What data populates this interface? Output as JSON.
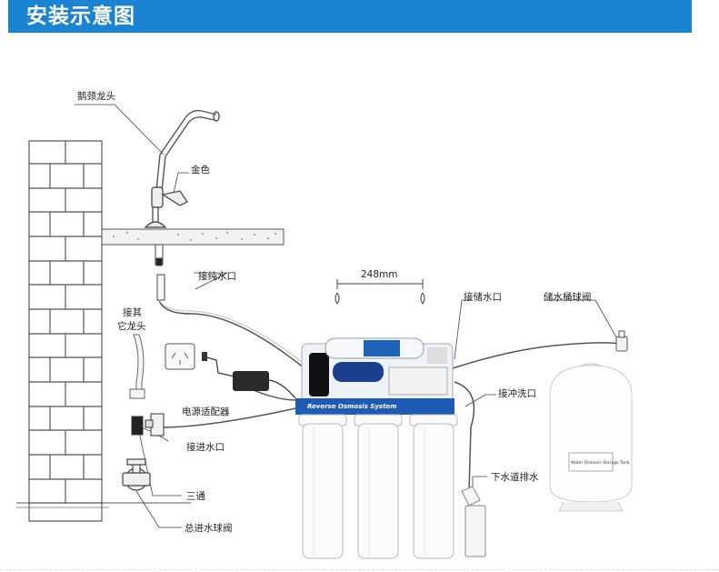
{
  "header": {
    "title": "安装示意图"
  },
  "labels": {
    "gooseneck_faucet": "鹅颈龙头",
    "gold_color": "金色",
    "pure_water_port": "接纯水口",
    "other_faucet_line1": "接其",
    "other_faucet_line2": "它龙头",
    "power_adapter": "电源适配器",
    "inlet_port": "接进水口",
    "tee": "三通",
    "main_inlet_valve": "总进水球阀",
    "dimension": "248mm",
    "storage_port": "接储水口",
    "tank_ball_valve": "储水桶球阀",
    "flush_port": "接冲洗口",
    "drain": "下水道排水"
  },
  "device": {
    "panel_text": "Reverse Osmosis System",
    "tank_label": "Water Osmosis Storage Tank"
  },
  "colors": {
    "header_bg": "#1b84d2"
  }
}
